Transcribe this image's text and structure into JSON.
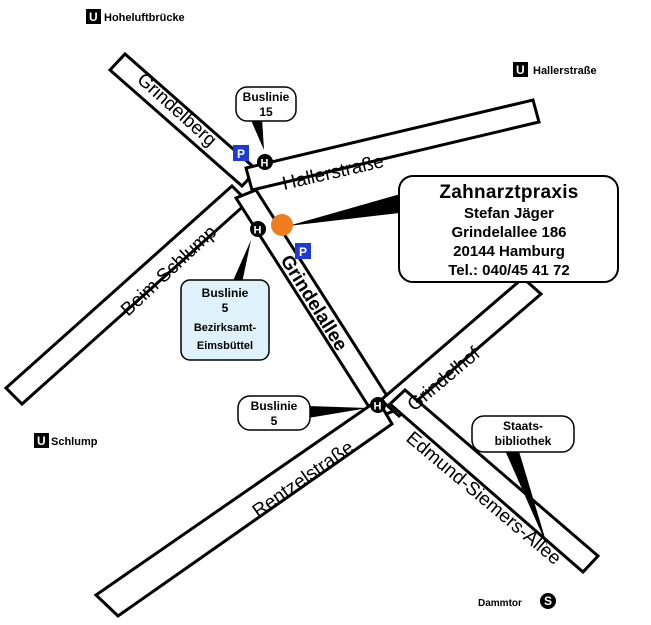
{
  "stations": {
    "hoheluftbruecke": {
      "badge": "U",
      "name": "Hoheluftbrücke"
    },
    "hallerstrasse": {
      "badge": "U",
      "name": "Hallerstraße"
    },
    "schlump": {
      "badge": "U",
      "name": "Schlump"
    },
    "dammtor": {
      "badge": "S",
      "name": "Dammtor"
    }
  },
  "streets": {
    "grindelberg": "Grindelberg",
    "hallerstrasse": "Hallerstraße",
    "beim_schlump": "Beim Schlump",
    "grindelallee": "Grindelallee",
    "grindelhof": "Grindelhof",
    "rentzelstrasse": "Rentzelstraße",
    "edmund_siemers_allee": "Edmund-Siemers-Allee"
  },
  "bus_stops": {
    "stop_symbol": "H",
    "bus15": {
      "line1": "Buslinie",
      "line2": "15"
    },
    "bus5_north": {
      "line1": "Buslinie",
      "line2": "5",
      "line3": "Bezirksamt-",
      "line4": "Eimsbüttel"
    },
    "bus5_south": {
      "line1": "Buslinie",
      "line2": "5"
    }
  },
  "parking": {
    "symbol": "P"
  },
  "library": {
    "line1": "Staats-",
    "line2": "bibliothek"
  },
  "practice": {
    "title": "Zahnarztpraxis",
    "name": "Stefan Jäger",
    "street": "Grindelallee 186",
    "city": "20144 Hamburg",
    "phone": "Tel.: 040/45 41 72"
  },
  "colors": {
    "location_marker": "#ee7d1f",
    "parking_blue": "#1f3bd6",
    "bubble_light_blue": "#dff1fb"
  }
}
